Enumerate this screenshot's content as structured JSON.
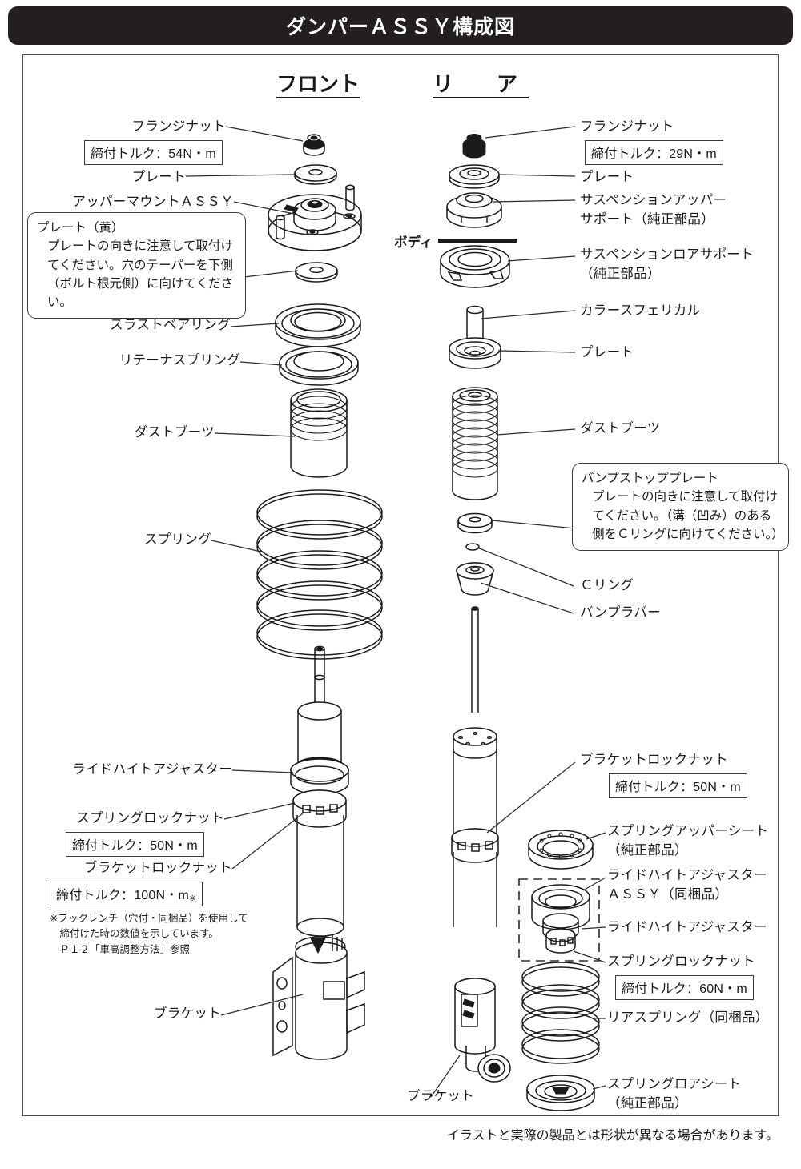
{
  "title": "ダンパーＡＳＳＹ構成図",
  "columns": {
    "front": "フロント",
    "rear": "リ　ア"
  },
  "body_marker": "ボディ",
  "front_labels": [
    {
      "id": "flange-nut",
      "text": "フランジナット"
    },
    {
      "id": "plate-1",
      "text": "プレート"
    },
    {
      "id": "upper-mount-assy",
      "text": "アッパーマウントＡＳＳＹ"
    },
    {
      "id": "thrust-bearing",
      "text": "スラストベアリング"
    },
    {
      "id": "retainer-spring",
      "text": "リテーナスプリング"
    },
    {
      "id": "dust-boots",
      "text": "ダストブーツ"
    },
    {
      "id": "spring",
      "text": "スプリング"
    },
    {
      "id": "ride-height-adjuster",
      "text": "ライドハイトアジャスター"
    },
    {
      "id": "spring-lock-nut",
      "text": "スプリングロックナット"
    },
    {
      "id": "bracket-lock-nut",
      "text": "ブラケットロックナット"
    },
    {
      "id": "bracket",
      "text": "ブラケット"
    }
  ],
  "front_torques": [
    {
      "id": "flange-nut-torque",
      "text": "締付トルク：54N・m"
    },
    {
      "id": "spring-lock-nut-torque",
      "text": "締付トルク：50N・m"
    },
    {
      "id": "bracket-lock-nut-torque",
      "text": "締付トルク：100N・m",
      "mark": "※"
    }
  ],
  "front_note": {
    "heading": "プレート（黄）",
    "body": "プレートの向きに注意して取付けてください。穴のテーパーを下側（ボルト根元側）に向けてください。"
  },
  "front_footnote": "※フックレンチ（穴付・同梱品）を使用して\n　締付けた時の数値を示しています。\n　Ｐ１２「車高調整方法」参照",
  "rear_labels": [
    {
      "id": "flange-nut",
      "text": "フランジナット"
    },
    {
      "id": "plate-1",
      "text": "プレート"
    },
    {
      "id": "suspension-upper-support",
      "text": "サスペンションアッパー\nサポート（純正部品）"
    },
    {
      "id": "suspension-lower-support",
      "text": "サスペンションロアサポート\n（純正部品）"
    },
    {
      "id": "collar-spherical",
      "text": "カラースフェリカル"
    },
    {
      "id": "plate-2",
      "text": "プレート"
    },
    {
      "id": "dust-boots",
      "text": "ダストブーツ"
    },
    {
      "id": "c-ring",
      "text": "Ｃリング"
    },
    {
      "id": "bumper-rubber",
      "text": "バンプラバー"
    },
    {
      "id": "bracket-lock-nut",
      "text": "ブラケットロックナット"
    },
    {
      "id": "spring-upper-seat",
      "text": "スプリングアッパーシート\n（純正部品）"
    },
    {
      "id": "ride-height-adjuster-assy",
      "text": "ライドハイトアジャスター\nＡＳＳＹ（同梱品）"
    },
    {
      "id": "ride-height-adjuster",
      "text": "ライドハイトアジャスター"
    },
    {
      "id": "spring-lock-nut",
      "text": "スプリングロックナット"
    },
    {
      "id": "rear-spring",
      "text": "リアスプリング（同梱品）"
    },
    {
      "id": "spring-lower-seat",
      "text": "スプリングロアシート\n（純正部品）"
    },
    {
      "id": "bracket",
      "text": "ブラケット"
    }
  ],
  "rear_torques": [
    {
      "id": "flange-nut-torque",
      "text": "締付トルク：29N・m"
    },
    {
      "id": "bracket-lock-nut-torque",
      "text": "締付トルク：50N・m"
    },
    {
      "id": "spring-lock-nut-torque",
      "text": "締付トルク：60N・m"
    }
  ],
  "rear_note": {
    "heading": "バンプストッププレート",
    "body": "プレートの向きに注意して取付けてください。（溝（凹み）のある側をＣリングに向けてください。）"
  },
  "disclaimer": "イラストと実際の製品とは形状が異なる場合があります。",
  "colors": {
    "title_bar": "#231f20",
    "frame": "#4a4a4a",
    "ink": "#1a1a1a"
  }
}
